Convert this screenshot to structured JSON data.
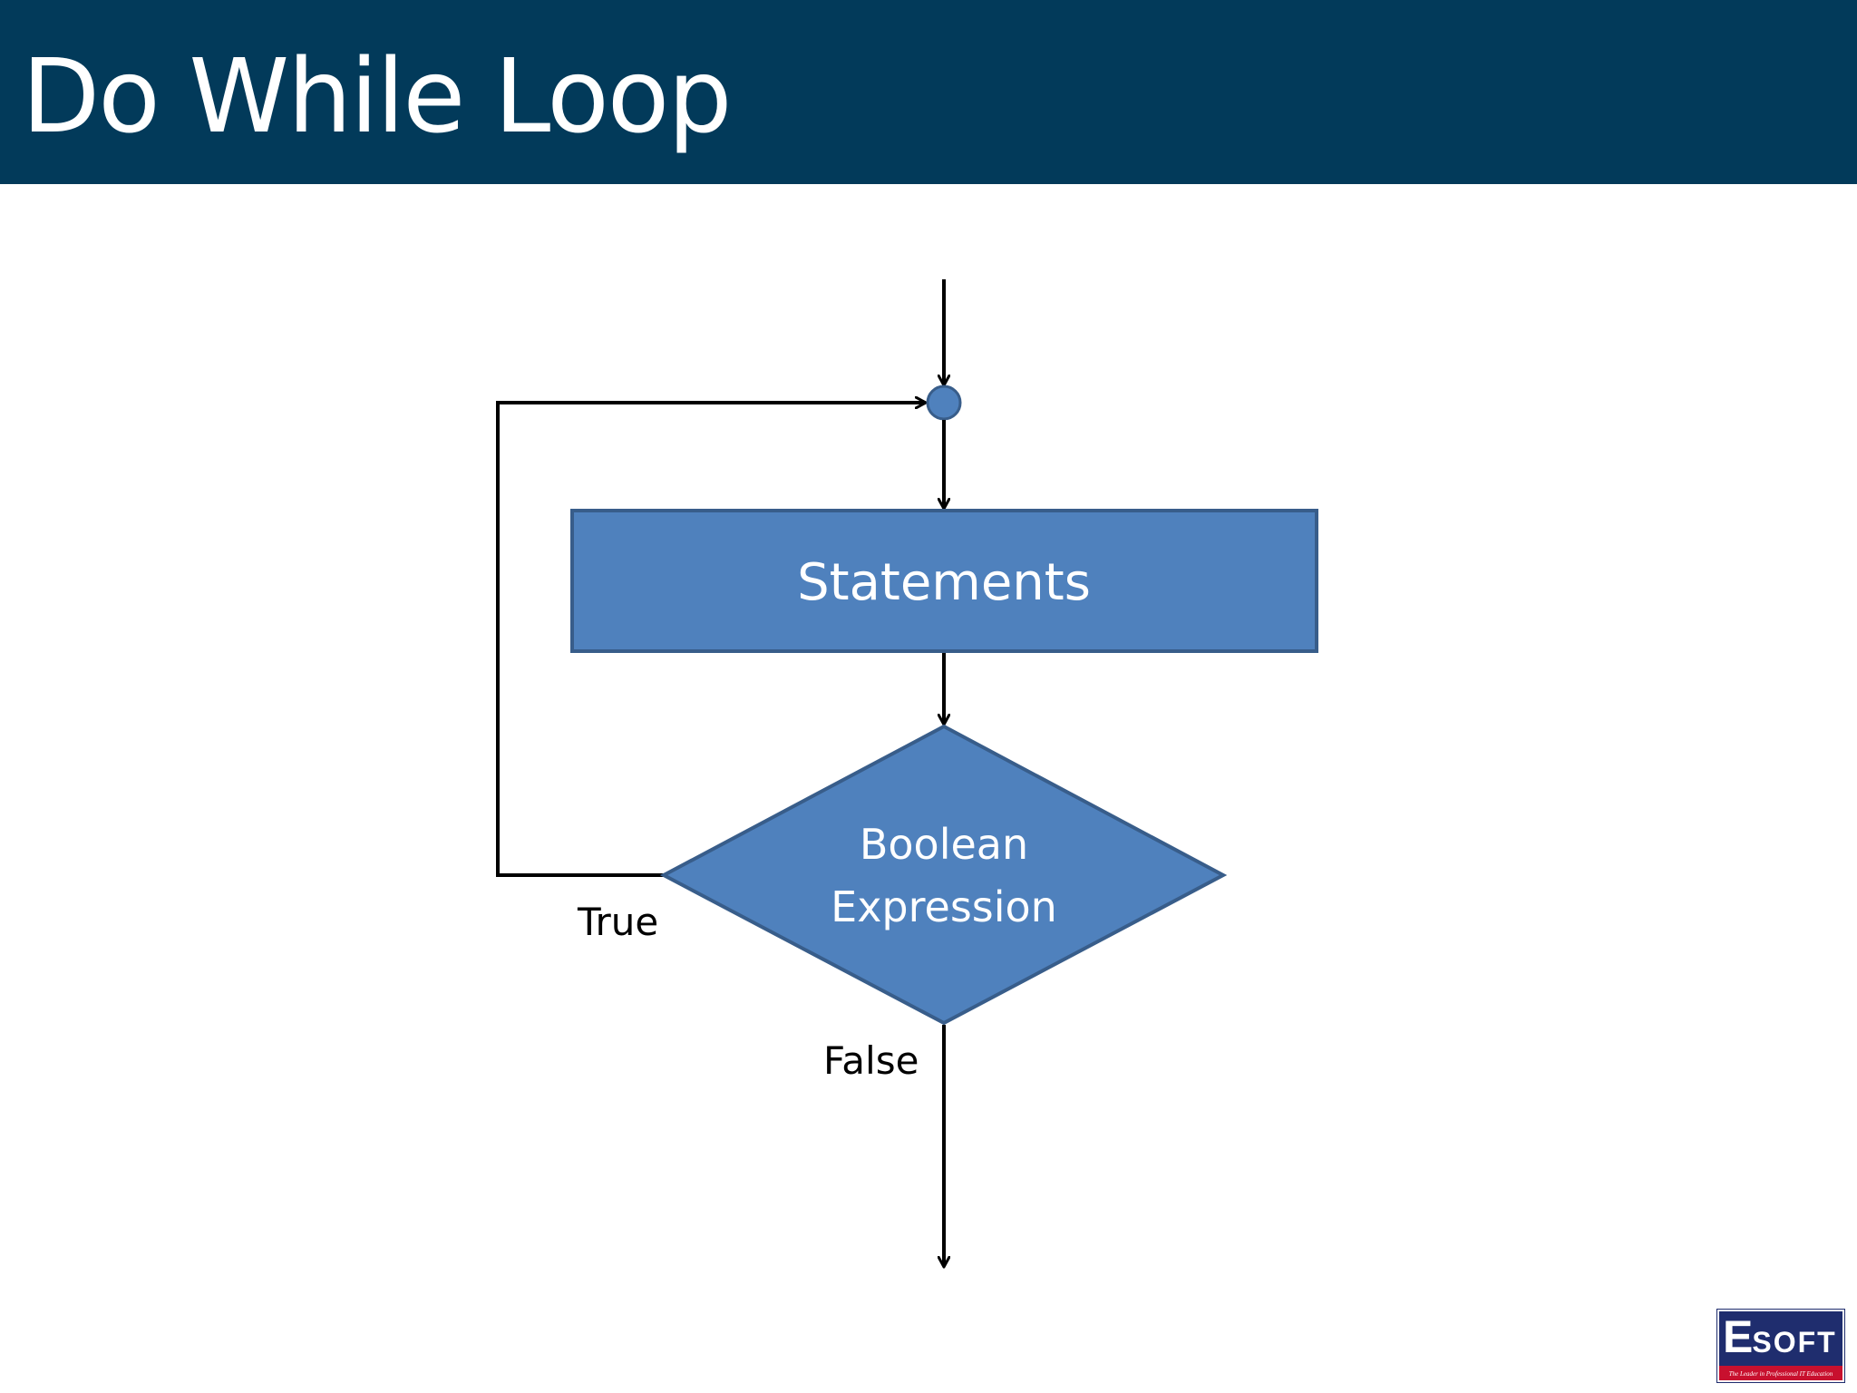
{
  "slide": {
    "title": "Do While Loop"
  },
  "diagram": {
    "nodes": {
      "process": {
        "label": "Statements"
      },
      "decision": {
        "label_line1": "Boolean",
        "label_line2": "Expression"
      }
    },
    "edges": {
      "true_label": "True",
      "false_label": "False"
    }
  },
  "logo": {
    "word_initial": "E",
    "word_rest": "SOFT",
    "tagline": "The Leader in Professional IT Education"
  },
  "colors": {
    "title_bar": "#023a5a",
    "shape_fill": "#4f81bd",
    "shape_stroke": "#385d8a",
    "connector": "#000000"
  }
}
